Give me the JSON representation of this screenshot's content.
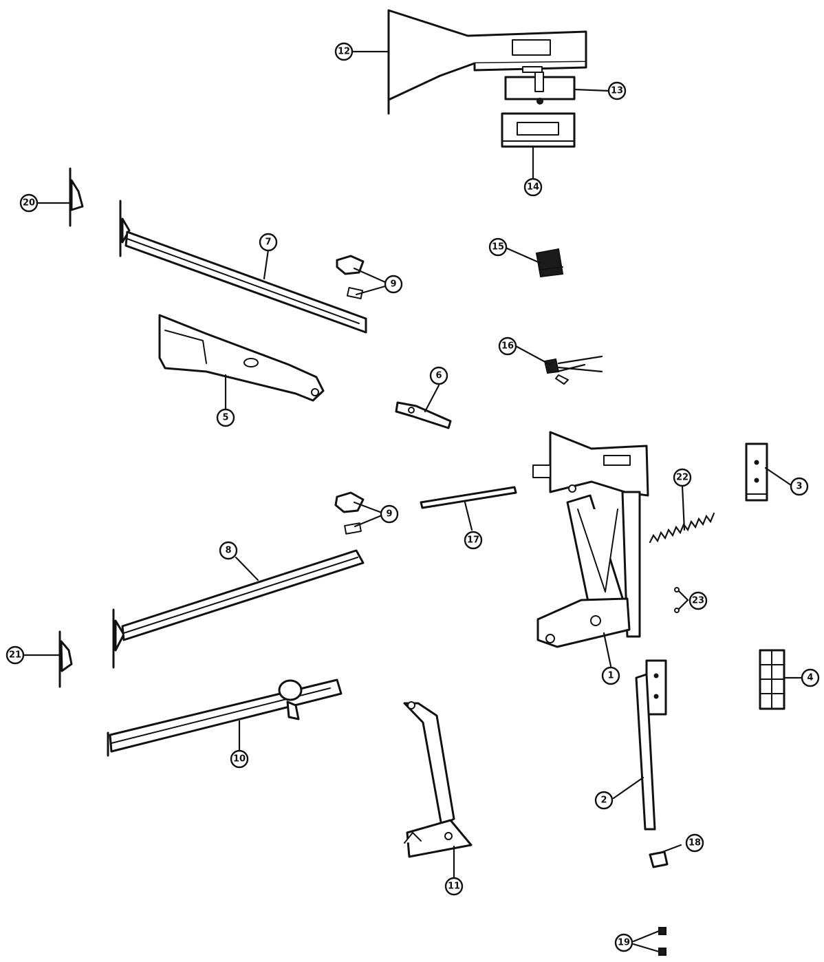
{
  "diagram": {
    "line_color": "#111111",
    "background": "#ffffff",
    "callouts": [
      {
        "label": "1"
      },
      {
        "label": "2"
      },
      {
        "label": "3"
      },
      {
        "label": "4"
      },
      {
        "label": "5"
      },
      {
        "label": "6"
      },
      {
        "label": "7"
      },
      {
        "label": "8"
      },
      {
        "label": "9"
      },
      {
        "label": "9"
      },
      {
        "label": "10"
      },
      {
        "label": "11"
      },
      {
        "label": "12"
      },
      {
        "label": "13"
      },
      {
        "label": "14"
      },
      {
        "label": "15"
      },
      {
        "label": "16"
      },
      {
        "label": "17"
      },
      {
        "label": "18"
      },
      {
        "label": "19"
      },
      {
        "label": "20"
      },
      {
        "label": "21"
      },
      {
        "label": "22"
      },
      {
        "label": "23"
      }
    ]
  }
}
